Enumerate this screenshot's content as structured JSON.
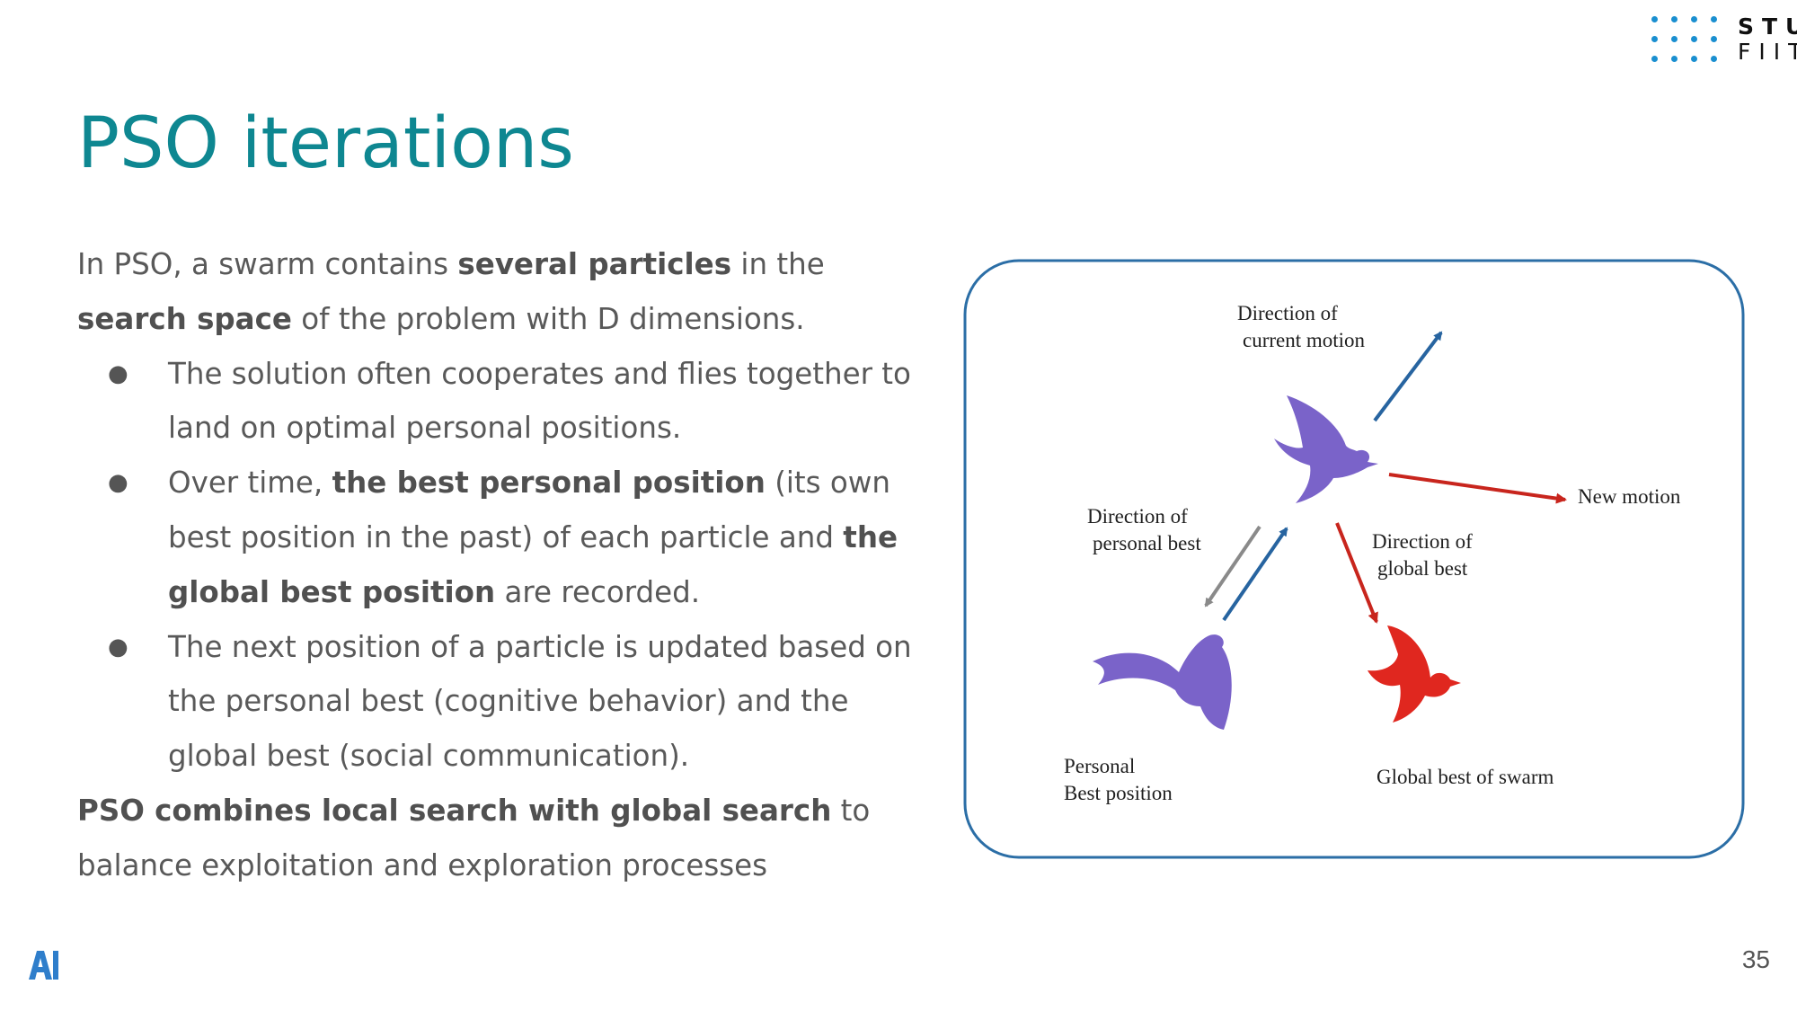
{
  "slide": {
    "title": "PSO iterations",
    "page_number": "35",
    "logo": {
      "line1": "STU",
      "line2": "FIIT"
    }
  },
  "content": {
    "intro": {
      "t1": "In PSO, a swarm contains ",
      "b1": "several particles",
      "t2": " in the ",
      "b2": "search space",
      "t3": " of the problem with D dimensions."
    },
    "bullet_symbol": "●",
    "bullets": [
      {
        "text": "The solution often cooperates and flies together to land on optimal personal positions."
      },
      {
        "t1": "Over time, ",
        "b1": "the best personal position",
        "t2": " (its own best position in the past) of each particle and ",
        "b2": "the global best position",
        "t3": " are recorded."
      },
      {
        "text": "The next position of a particle is updated based on the personal best (cognitive behavior) and the global best (social communication)."
      }
    ],
    "outro": {
      "b1": "PSO combines local search with global search",
      "t1": " to balance exploitation and exploration processes"
    }
  },
  "diagram": {
    "labels": {
      "current_motion_l1": "Direction of",
      "current_motion_l2": "current motion",
      "new_motion": "New motion",
      "personal_dir_l1": "Direction of",
      "personal_dir_l2": "personal best",
      "global_dir_l1": "Direction of",
      "global_dir_l2": "global best",
      "personal_pos_l1": "Personal",
      "personal_pos_l2": "Best position",
      "global_swarm": "Global best of swarm"
    },
    "colors": {
      "frame": "#2b6ea6",
      "particle": "#7a63c9",
      "global_bird": "#e0271f",
      "blue_arrow": "#2764a0",
      "red_arrow": "#c8251d",
      "gray_arrow": "#8a8a8a"
    }
  }
}
